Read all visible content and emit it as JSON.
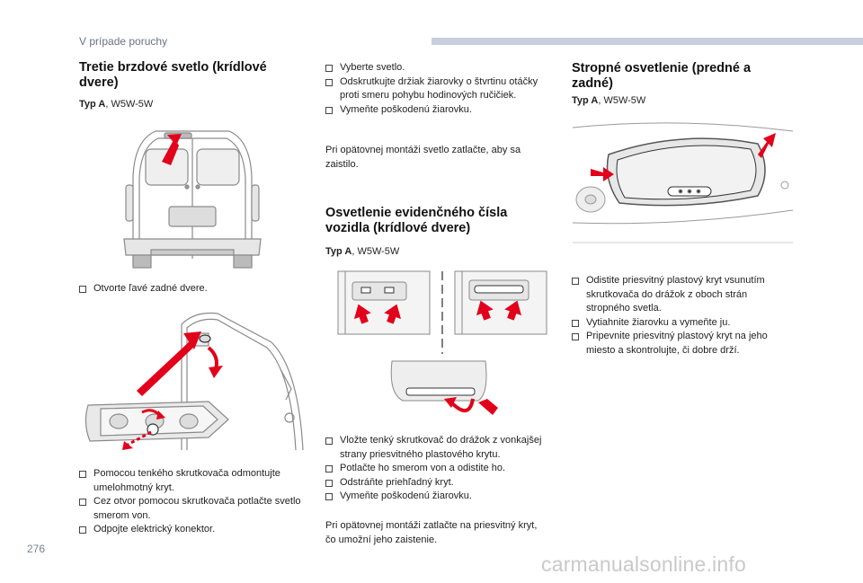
{
  "header": {
    "section_label": "V prípade poruchy"
  },
  "footer": {
    "page_number": "276",
    "watermark": "carmanualsonline.info"
  },
  "col1": {
    "title": "Tretie brzdové svetlo (krídlové dvere)",
    "typ_label": "Typ A",
    "typ_value": ", W5W-5W",
    "step_open": "Otvorte ľavé zadné dvere.",
    "steps": [
      "Pomocou tenkého skrutkovača odmontujte umelohmotný kryt.",
      "Cez otvor pomocou skrutkovača potlačte svetlo smerom von.",
      "Odpojte elektrický konektor."
    ]
  },
  "col2": {
    "steps_top": [
      "Vyberte svetlo.",
      "Odskrutkujte držiak žiarovky o štvrtinu otáčky proti smeru pohybu hodinových ručičiek.",
      "Vymeňte poškodenú žiarovku."
    ],
    "para_top": "Pri opätovnej montáži svetlo zatlačte, aby sa zaistilo.",
    "title": "Osvetlenie evidenčného čísla vozidla (krídlové dvere)",
    "typ_label": "Typ A",
    "typ_value": ", W5W-5W",
    "steps_bottom": [
      "Vložte tenký skrutkovač do drážok z vonkajšej strany priesvitného plastového krytu.",
      "Potlačte ho smerom von a odistite ho.",
      "Odstráňte priehľadný kryt.",
      "Vymeňte poškodenú žiarovku."
    ],
    "para_bottom": "Pri opätovnej montáži zatlačte na priesvitný kryt, čo umožní jeho zaistenie."
  },
  "col3": {
    "title": "Stropné osvetlenie (predné a zadné)",
    "typ_label": "Typ A",
    "typ_value": ", W5W-5W",
    "steps": [
      "Odistite priesvitný plastový kryt vsunutím skrutkovača do drážok z oboch strán stropného svetla.",
      "Vytiahnite žiarovku a vymeňte ju.",
      "Pripevnite priesvitný plastový kryt na jeho miesto a skontrolujte, či dobre drží."
    ]
  },
  "colors": {
    "accent_red": "#e2001a",
    "header_bar": "#c9cedd"
  },
  "illustrations": [
    "van-rear-doors-illustration",
    "brake-light-removal-illustration",
    "plate-light-illustration",
    "ceiling-light-illustration"
  ]
}
